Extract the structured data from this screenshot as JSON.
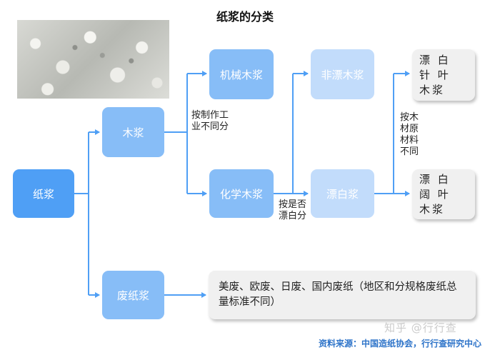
{
  "title": "纸浆的分类",
  "nodes": {
    "root": "纸浆",
    "wood_pulp": "木浆",
    "waste_pulp": "废纸浆",
    "mechanical": "机械木浆",
    "chemical": "化学木浆",
    "unbleached": "非漂木浆",
    "bleached": "漂白浆",
    "softwood": "漂 白 针 叶 木浆",
    "hardwood": "漂 白 阔 叶 木浆",
    "waste_detail": "美废、欧废、日废、国内废纸（地区和分规格废纸总量标准不同）"
  },
  "labels": {
    "by_process": "按制作工业不同分",
    "by_bleach": "按是否漂白分",
    "by_material": "按木材原材料不同"
  },
  "footer": "资料来源：中国造纸协会，行行查研究中心",
  "watermark": "知乎 @行行查",
  "colors": {
    "root": "#4f9ff5",
    "node": "#87bdf7",
    "light_node": "#c2dcfb",
    "leaf": "#f0f0f0",
    "connector": "#4f9ff5",
    "source_text": "#2e74c9"
  }
}
